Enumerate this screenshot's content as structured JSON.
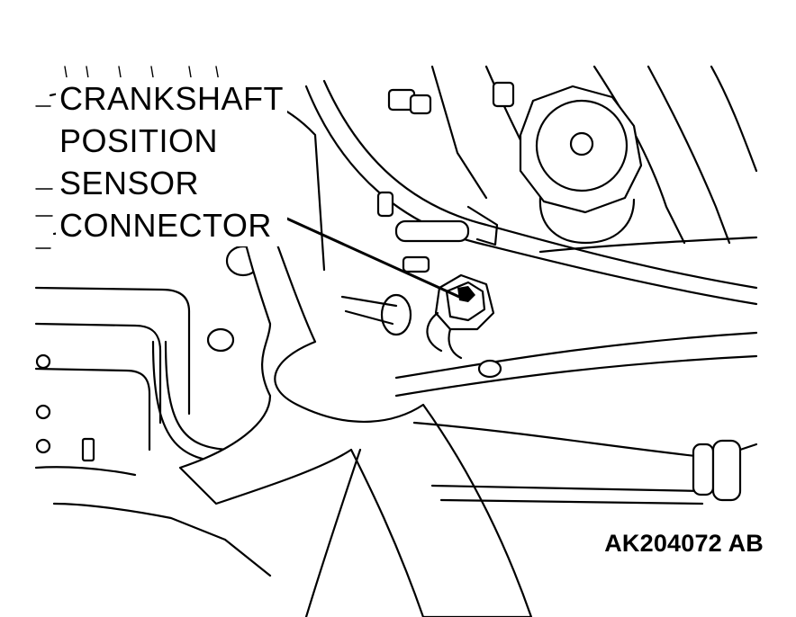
{
  "callout": {
    "lines": [
      "CRANKSHAFT",
      "POSITION",
      "SENSOR",
      "CONNECTOR"
    ]
  },
  "figure_id": "AK204072 AB"
}
